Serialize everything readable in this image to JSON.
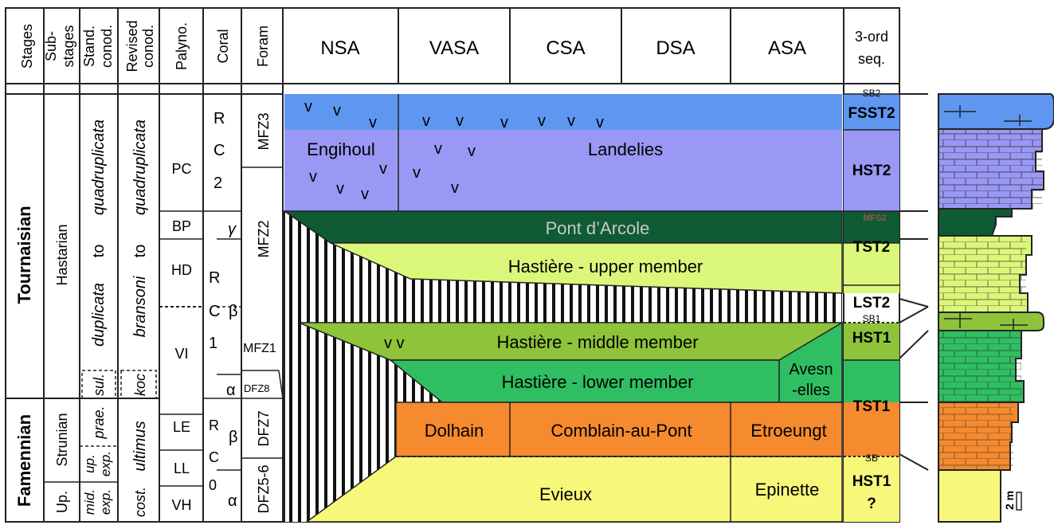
{
  "header": {
    "stages": "Stages",
    "substages": [
      "Sub-",
      "stages"
    ],
    "stand_conod": [
      "Stand.",
      "conod."
    ],
    "revised_conod": [
      "Revised",
      "conod."
    ],
    "palyno": "Palyno.",
    "coral": "Coral",
    "foram": "Foram",
    "nsa": "NSA",
    "vasa": "VASA",
    "csa": "CSA",
    "dsa": "DSA",
    "asa": "ASA",
    "seq": [
      "3-ord",
      "seq."
    ]
  },
  "stages": {
    "tournaisian": "Tournaisian",
    "famennian": "Famennian"
  },
  "substages": {
    "hastarian": "Hastarian",
    "strunian": "Strunian",
    "up": "Up."
  },
  "stand_conod": {
    "main": [
      "duplicata",
      "to",
      "quadruplicata"
    ],
    "sul": "sul.",
    "prae": "prae.",
    "up": "up.",
    "exp": "exp.",
    "mid": "mid.",
    "exp2": "exp."
  },
  "revised_conod": {
    "main": [
      "bransoni",
      "to",
      "quadruplicata"
    ],
    "koc": "koc",
    "ultimus": "ultimus",
    "cost": "cost."
  },
  "palyno": [
    "PC",
    "BP",
    "HD",
    "VI",
    "LE",
    "LL",
    "VH"
  ],
  "coral": {
    "rc2": [
      "R",
      "C",
      "2"
    ],
    "gamma": "γ",
    "rc1": [
      "R",
      "C",
      "1"
    ],
    "beta": "β",
    "alpha": "α",
    "rc0": [
      "R",
      "C",
      "0"
    ],
    "beta0": "β",
    "alpha0": "α"
  },
  "foram": [
    "MFZ3",
    "MFZ2",
    "MFZ1",
    "DFZ8",
    "DFZ7",
    "DFZ5-6"
  ],
  "units": {
    "engihoul": "Engihoul",
    "landelies": "Landelies",
    "pont": "Pont d’Arcole",
    "upper": "Hastière - upper member",
    "middle": "Hastière - middle member",
    "lower": "Hastière - lower member",
    "avesnelles": [
      "Avesn",
      "-elles"
    ],
    "dolhain": "Dolhain",
    "comblain": "Comblain-au-Pont",
    "etroeungt": "Etroeungt",
    "evieux": "Evieux",
    "epinette": "Epinette",
    "v": "v",
    "vv": "v v"
  },
  "sequences": {
    "sb2": "SB2",
    "fsst2": "FSST2",
    "hst2": "HST2",
    "mfs2": "MFS2",
    "tst2": "TST2",
    "lst2": "LST2",
    "sb1": "SB1",
    "hst1": "HST1",
    "tst1": "TST1",
    "sb": "SB",
    "hst1q": [
      "HST1",
      "?"
    ]
  },
  "column": {
    "scale": "2 m"
  },
  "colors": {
    "fsst2": "#5f97f0",
    "hst2": "#9a98f5",
    "pont": "#0f5b33",
    "upper": "#dbf77a",
    "middle": "#8ec33a",
    "lower": "#2fbf62",
    "orange": "#f58a2e",
    "yellow": "#f7f77a"
  }
}
